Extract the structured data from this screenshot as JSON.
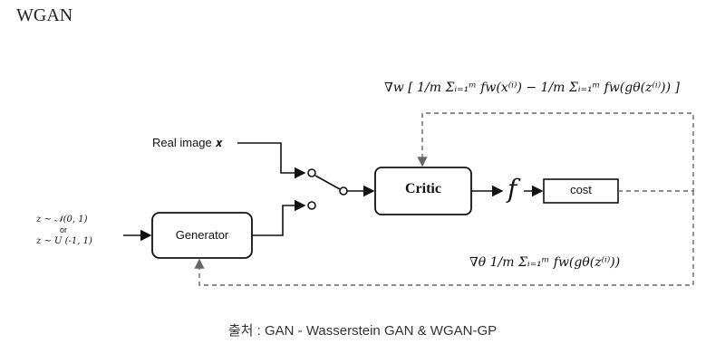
{
  "title": "WGAN",
  "nodes": {
    "critic": "Critic",
    "generator": "Generator",
    "cost": "cost",
    "f": "f"
  },
  "inputs": {
    "real_image": "Real image 𝒙",
    "noise_normal": "z ∼ 𝒩(0, 1)",
    "noise_or": "or",
    "noise_uniform": "z ∼ U (-1, 1)"
  },
  "gradients": {
    "critic_update": "∇w [ 1/m Σᵢ₌₁ᵐ fw(x⁽ⁱ⁾) − 1/m Σᵢ₌₁ᵐ fw(gθ(z⁽ⁱ⁾)) ]",
    "generator_update": "∇θ 1/m Σᵢ₌₁ᵐ fw(gθ(z⁽ⁱ⁾))"
  },
  "source": "출처 : GAN - Wasserstein GAN & WGAN-GP"
}
